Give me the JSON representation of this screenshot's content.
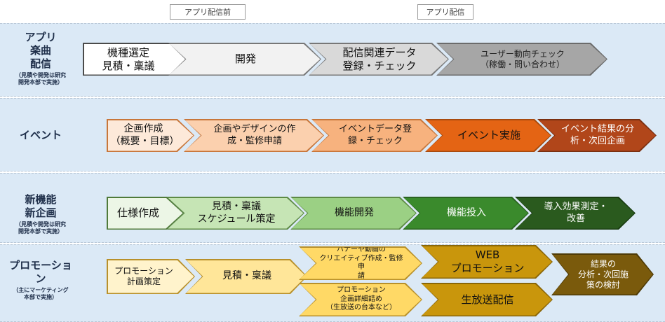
{
  "phases": {
    "pre": "アプリ配信前",
    "post": "アプリ配信"
  },
  "rows": [
    {
      "label": "アプリ\n楽曲\n配信",
      "note": "（見積や開発は研究\n開発本部で実施）",
      "steps": [
        {
          "text": "機種選定\n見積・稟議",
          "bg": "#ffffff",
          "border": "#4a4a4a",
          "color": "#111111"
        },
        {
          "text": "開発",
          "bg": "#f2f2f2",
          "border": "#777777",
          "color": "#111111"
        },
        {
          "text": "配信関連データ\n登録・チェック",
          "bg": "#d9d9d9",
          "border": "#777777",
          "color": "#111111"
        },
        {
          "text": "ユーザー動向チェック\n（稼働・問い合わせ）",
          "bg": "#a6a6a6",
          "border": "#6b6b6b",
          "color": "#222222"
        }
      ]
    },
    {
      "label": "イベント",
      "note": "",
      "steps": [
        {
          "text": "企画作成\n（概要・目標）",
          "bg": "#fde9d9",
          "border": "#c8763a",
          "color": "#111111"
        },
        {
          "text": "企画やデザインの作\n成・監修申請",
          "bg": "#fbd0ae",
          "border": "#c8763a",
          "color": "#111111"
        },
        {
          "text": "イベントデータ登\n録・チェック",
          "bg": "#f7b27e",
          "border": "#c8763a",
          "color": "#111111"
        },
        {
          "text": "イベント実施",
          "bg": "#e46414",
          "border": "#a84a0e",
          "color": "#111111"
        },
        {
          "text": "イベント結果の分\n析・次回企画",
          "bg": "#b1461a",
          "border": "#7a2f10",
          "color": "#ffffff"
        }
      ]
    },
    {
      "label": "新機能\n新企画",
      "note": "（見積や開発は研究\n開発本部で実施）",
      "steps": [
        {
          "text": "仕様作成",
          "bg": "#ecf6e6",
          "border": "#4f7a3a",
          "color": "#111111"
        },
        {
          "text": "見積・稟議\nスケジュール策定",
          "bg": "#c6e5b5",
          "border": "#5d8a45",
          "color": "#111111"
        },
        {
          "text": "機能開発",
          "bg": "#9bd084",
          "border": "#5d8a45",
          "color": "#111111"
        },
        {
          "text": "機能投入",
          "bg": "#3a8a2c",
          "border": "#2a6320",
          "color": "#ffffff"
        },
        {
          "text": "導入効果測定・\n改善",
          "bg": "#2a5a1e",
          "border": "#1a3d12",
          "color": "#ffffff"
        }
      ]
    },
    {
      "label": "プロモーショ\nン",
      "note": "（主にマーケティング\n本部で実施）",
      "steps": [
        {
          "text": "プロモーション\n計画策定",
          "bg": "#fff3cc",
          "border": "#b8902a",
          "color": "#111111"
        },
        {
          "text": "見積・稟議",
          "bg": "#ffe699",
          "border": "#b8902a",
          "color": "#111111"
        },
        {
          "text": "バナーや動画の\nクリエイティブ作成・監修申\n請",
          "bg": "#ffd966",
          "border": "#b8902a",
          "color": "#111111"
        },
        {
          "text": "プロモーション\n企画詳細詰め\n（生放送の台本など）",
          "bg": "#ffd966",
          "border": "#b8902a",
          "color": "#111111"
        },
        {
          "text": "WEB\nプロモーション",
          "bg": "#c9960c",
          "border": "#8a6608",
          "color": "#111111"
        },
        {
          "text": "生放送配信",
          "bg": "#c9960c",
          "border": "#8a6608",
          "color": "#111111"
        },
        {
          "text": "結果の\n分析・次回施\n策の検討",
          "bg": "#7a5a0c",
          "border": "#4e3a06",
          "color": "#ffffff"
        }
      ]
    }
  ]
}
